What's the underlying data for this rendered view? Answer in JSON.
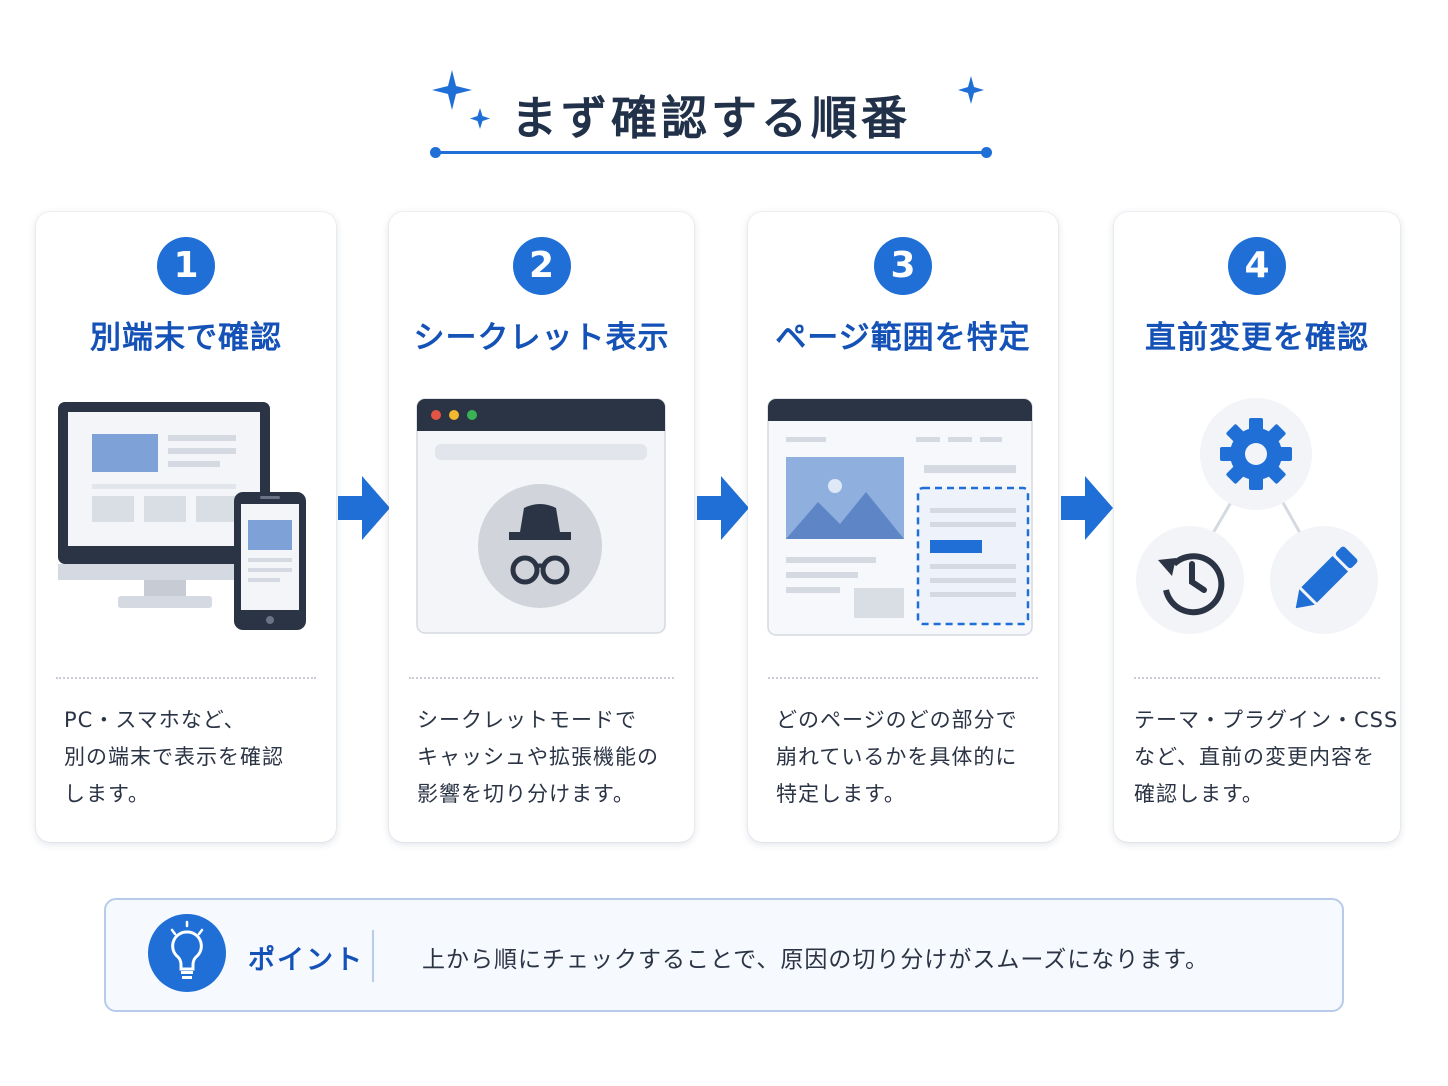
{
  "title": "まず確認する順番",
  "colors": {
    "accent": "#1f6fd6",
    "title_blue": "#1552b8",
    "dark": "#22314a"
  },
  "steps": [
    {
      "number": "1",
      "title": "別端末で確認",
      "icon": "pc-and-smartphone-icon",
      "desc": [
        "PC・スマホなど、",
        "別の端末で表示を確認",
        "します。"
      ]
    },
    {
      "number": "2",
      "title": "シークレット表示",
      "icon": "incognito-browser-icon",
      "desc": [
        "シークレットモードで",
        "キャッシュや拡張機能の",
        "影響を切り分けます。"
      ]
    },
    {
      "number": "3",
      "title": "ページ範囲を特定",
      "icon": "page-section-highlight-icon",
      "desc": [
        "どのページのどの部分で",
        "崩れているかを具体的に",
        "特定します。"
      ]
    },
    {
      "number": "4",
      "title": "直前変更を確認",
      "icon": "settings-history-edit-icon",
      "desc": [
        "テーマ・プラグイン・CSS",
        "など、直前の変更内容を",
        "確認します。"
      ]
    }
  ],
  "point": {
    "label": "ポイント",
    "icon": "lightbulb-icon",
    "text": "上から順にチェックすることで、原因の切り分けがスムーズになります。"
  }
}
